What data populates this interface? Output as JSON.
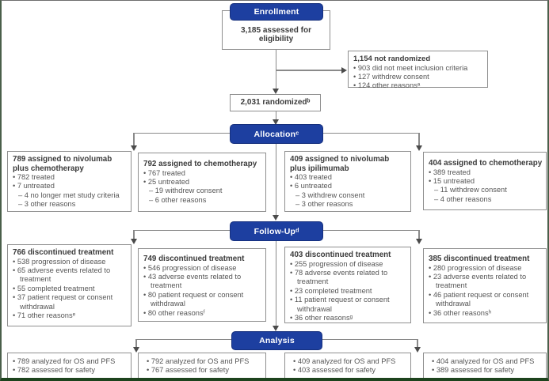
{
  "colors": {
    "pill_bg": "#1d3fa0",
    "pill_text": "#ffffff",
    "box_border": "#8f8f8f",
    "connector": "#8a8a8a",
    "title_text": "#3b3b3b",
    "body_text": "#565656",
    "frame_bottom": "#1d431d"
  },
  "top": {
    "enrollment_pill": "Enrollment",
    "assessed_line1": "3,185 assessed for",
    "assessed_line2": "eligibility",
    "not_randomized": {
      "title": "1,154 not randomized",
      "items": [
        "• 903 did not meet inclusion criteria",
        "• 127 withdrew consent",
        "• 124 other reasonsᵃ"
      ]
    },
    "randomized": "2,031 randomizedᵇ"
  },
  "pills": {
    "allocation": "Allocationᶜ",
    "followup": "Follow-Upᵈ",
    "analysis": "Analysis"
  },
  "allocation_boxes": [
    {
      "title": "789 assigned to nivolumab plus chemotherapy",
      "items": [
        "• 782 treated",
        "• 7 untreated",
        "– 4 no longer met study criteria",
        "– 3 other reasons"
      ]
    },
    {
      "title": "792 assigned to chemotherapy",
      "items": [
        "• 767 treated",
        "• 25 untreated",
        "– 19 withdrew consent",
        "– 6 other reasons"
      ]
    },
    {
      "title": "409 assigned to nivolumab plus ipilimumab",
      "items": [
        "• 403 treated",
        "• 6 untreated",
        "– 3 withdrew consent",
        "– 3 other reasons"
      ]
    },
    {
      "title": "404 assigned to chemotherapy",
      "items": [
        "• 389 treated",
        "• 15 untreated",
        "– 11 withdrew consent",
        "– 4 other reasons"
      ]
    }
  ],
  "followup_boxes": [
    {
      "title": "766 discontinued treatment",
      "items": [
        "• 538 progression of disease",
        "• 65 adverse events related to treatment",
        "• 55 completed treatment",
        "• 37 patient request or consent withdrawal",
        "• 71 other reasonsᵉ"
      ]
    },
    {
      "title": "749 discontinued treatment",
      "items": [
        "• 546 progression of disease",
        "• 43 adverse events related to treatment",
        "• 80 patient request or consent withdrawal",
        "• 80 other reasonsᶠ"
      ]
    },
    {
      "title": "403 discontinued treatment",
      "items": [
        "• 255 progression of disease",
        "• 78 adverse events related to treatment",
        "• 23 completed treatment",
        "• 11 patient request or consent withdrawal",
        "• 36 other reasonsᵍ"
      ]
    },
    {
      "title": "385 discontinued treatment",
      "items": [
        "• 280 progression of disease",
        "• 23 adverse events related to treatment",
        "• 46 patient request or consent withdrawal",
        "• 36 other reasonsʰ"
      ]
    }
  ],
  "analysis_boxes": [
    {
      "items": [
        "• 789 analyzed for OS and PFS",
        "• 782 assessed for safety"
      ]
    },
    {
      "items": [
        "• 792 analyzed for OS and PFS",
        "• 767 assessed for safety"
      ]
    },
    {
      "items": [
        "• 409 analyzed for OS and PFS",
        "• 403 assessed for safety"
      ]
    },
    {
      "items": [
        "• 404 analyzed for OS and PFS",
        "• 389 assessed for safety"
      ]
    }
  ]
}
